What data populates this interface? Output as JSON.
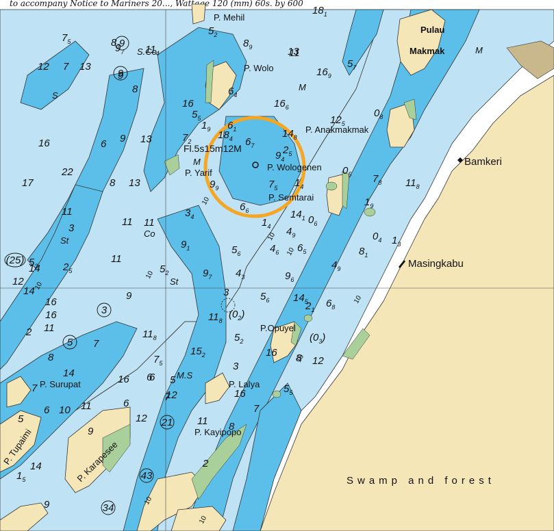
{
  "header_text": "to accompany Notice to Mariners 20..., Wattage 120 (mm) 60s. by 600",
  "colors": {
    "land": "#f5e6b8",
    "shallow": "#5bbfe9",
    "mid": "#bfe3f5",
    "deep": "#ffffff",
    "intertidal": "#a9cf9a",
    "highlight": "#f5a623"
  },
  "place_names": {
    "mehil": "P. Mehil",
    "wolo": "P. Wolo",
    "anakmakmak": "P. Anakmakmak",
    "wologenen": "P. Wologenen",
    "semtarai": "P. Semtarai",
    "yarif": "P. Yarif",
    "bamkeri": "Bamkeri",
    "masingkabu": "Masingkabu",
    "opuyel": "P.Opuyel",
    "lalya": "P. Lalya",
    "surupat": "P. Surupat",
    "kayipopo": "P. Kayipopo",
    "tupaimi": "P. Tupaimi",
    "karapesee": "P. Karapesee",
    "pulau": "Pulau",
    "makmak": "Makmak",
    "swamp": "Swamp and forest"
  },
  "light": "Fl.5s15m12M",
  "seabed": {
    "s": "S",
    "st": "St",
    "co": "Co",
    "m": "M",
    "ms": "M.S",
    "sco": "S.Co"
  },
  "soundings": [
    {
      "v": "8",
      "s": "7"
    },
    {
      "v": "7",
      "s": "5"
    },
    {
      "v": "9",
      "s": "7"
    },
    {
      "v": "11",
      "s": "4"
    },
    {
      "v": "12",
      "s": ""
    },
    {
      "v": "7",
      "s": ""
    },
    {
      "v": "13",
      "s": ""
    },
    {
      "v": "9",
      "s": ""
    },
    {
      "v": "8",
      "s": ""
    },
    {
      "v": "11",
      "s": ""
    },
    {
      "v": "5",
      "s": "2"
    },
    {
      "v": "8",
      "s": "9"
    },
    {
      "v": "13",
      "s": ""
    },
    {
      "v": "16",
      "s": "9"
    },
    {
      "v": "5",
      "s": "7"
    },
    {
      "v": "18",
      "s": "1"
    },
    {
      "v": "16",
      "s": ""
    },
    {
      "v": "6",
      "s": "4"
    },
    {
      "v": "16",
      "s": "6"
    },
    {
      "v": "5",
      "s": "5"
    },
    {
      "v": "1",
      "s": "9"
    },
    {
      "v": "6",
      "s": "1"
    },
    {
      "v": "18",
      "s": "4"
    },
    {
      "v": "7",
      "s": "2"
    },
    {
      "v": "6",
      "s": "7"
    },
    {
      "v": "14",
      "s": "8"
    },
    {
      "v": "12",
      "s": "5"
    },
    {
      "v": "2",
      "s": "5"
    },
    {
      "v": "9",
      "s": "4"
    },
    {
      "v": "0",
      "s": "8"
    },
    {
      "v": "0",
      "s": "5"
    },
    {
      "v": "7",
      "s": "8"
    },
    {
      "v": "11",
      "s": "8"
    },
    {
      "v": "9",
      "s": "9"
    },
    {
      "v": "7",
      "s": "5"
    },
    {
      "v": "1",
      "s": "4"
    },
    {
      "v": "6",
      "s": "6"
    },
    {
      "v": "1",
      "s": "4"
    },
    {
      "v": "14",
      "s": "1"
    },
    {
      "v": "1",
      "s": "9"
    },
    {
      "v": "0",
      "s": "6"
    },
    {
      "v": "0",
      "s": "4"
    },
    {
      "v": "4",
      "s": "9"
    },
    {
      "v": "6",
      "s": "5"
    },
    {
      "v": "8",
      "s": "1"
    },
    {
      "v": "4",
      "s": "6"
    },
    {
      "v": "5",
      "s": "6"
    },
    {
      "v": "3",
      "s": "4"
    },
    {
      "v": "9",
      "s": "1"
    },
    {
      "v": "11",
      "s": ""
    },
    {
      "v": "11",
      "s": ""
    },
    {
      "v": "22",
      "s": ""
    },
    {
      "v": "16",
      "s": ""
    },
    {
      "v": "9",
      "s": ""
    },
    {
      "v": "6",
      "s": ""
    },
    {
      "v": "13",
      "s": ""
    },
    {
      "v": "8",
      "s": ""
    },
    {
      "v": "13",
      "s": ""
    },
    {
      "v": "17",
      "s": ""
    },
    {
      "v": "11",
      "s": ""
    },
    {
      "v": "3",
      "s": ""
    },
    {
      "v": "11",
      "s": ""
    },
    {
      "v": "14",
      "s": ""
    },
    {
      "v": "9",
      "s": ""
    },
    {
      "v": "2",
      "s": "5"
    },
    {
      "v": "9",
      "s": "7"
    },
    {
      "v": "5",
      "s": "2"
    },
    {
      "v": "4",
      "s": "3"
    },
    {
      "v": "3",
      "s": ""
    },
    {
      "v": "(0",
      "s": "2"
    },
    {
      "v": "5",
      "s": "6"
    },
    {
      "v": "14",
      "s": "5"
    },
    {
      "v": "2",
      "s": "1"
    },
    {
      "v": "6",
      "s": "8"
    },
    {
      "v": "9",
      "s": "6"
    },
    {
      "v": "4",
      "s": "9"
    },
    {
      "v": "1",
      "s": "3"
    },
    {
      "v": "11",
      "s": "8"
    },
    {
      "v": "5",
      "s": "2"
    },
    {
      "v": "(0",
      "s": "3"
    },
    {
      "v": "8",
      "s": ""
    },
    {
      "v": "12",
      "s": ""
    },
    {
      "v": "16",
      "s": ""
    },
    {
      "v": "15",
      "s": "2"
    },
    {
      "v": "3",
      "s": ""
    },
    {
      "v": "16",
      "s": ""
    },
    {
      "v": "5",
      "s": "5"
    },
    {
      "v": "16",
      "s": ""
    },
    {
      "v": "6",
      "s": ""
    },
    {
      "v": "7",
      "s": ""
    },
    {
      "v": "7",
      "s": "5"
    },
    {
      "v": "12",
      "s": ""
    },
    {
      "v": "12",
      "s": ""
    },
    {
      "v": "11",
      "s": ""
    },
    {
      "v": "8",
      "s": ""
    },
    {
      "v": "7",
      "s": ""
    },
    {
      "v": "2",
      "s": ""
    },
    {
      "v": "6",
      "s": ""
    },
    {
      "v": "9",
      "s": ""
    },
    {
      "v": "11",
      "s": "8"
    },
    {
      "v": "7",
      "s": ""
    },
    {
      "v": "8",
      "s": ""
    },
    {
      "v": "14",
      "s": ""
    },
    {
      "v": "11",
      "s": ""
    },
    {
      "v": "2",
      "s": ""
    },
    {
      "v": "16",
      "s": ""
    },
    {
      "v": "6",
      "s": ""
    },
    {
      "v": "5",
      "s": "3"
    },
    {
      "v": "14",
      "s": ""
    },
    {
      "v": "12",
      "s": ""
    },
    {
      "v": "5",
      "s": ""
    },
    {
      "v": "7",
      "s": ""
    },
    {
      "v": "14",
      "s": ""
    },
    {
      "v": "5",
      "s": ""
    },
    {
      "v": "16",
      "s": ""
    },
    {
      "v": "6",
      "s": ""
    },
    {
      "v": "1",
      "s": "5"
    },
    {
      "v": "9",
      "s": ""
    },
    {
      "v": "11",
      "s": ""
    },
    {
      "v": "10",
      "s": ""
    }
  ],
  "circled": [
    "9",
    "9",
    "3",
    "5",
    "(25)",
    "21",
    "43",
    "34"
  ],
  "contours": [
    "10",
    "10",
    "10",
    "10",
    "10",
    "10",
    "10",
    "10",
    "10"
  ]
}
